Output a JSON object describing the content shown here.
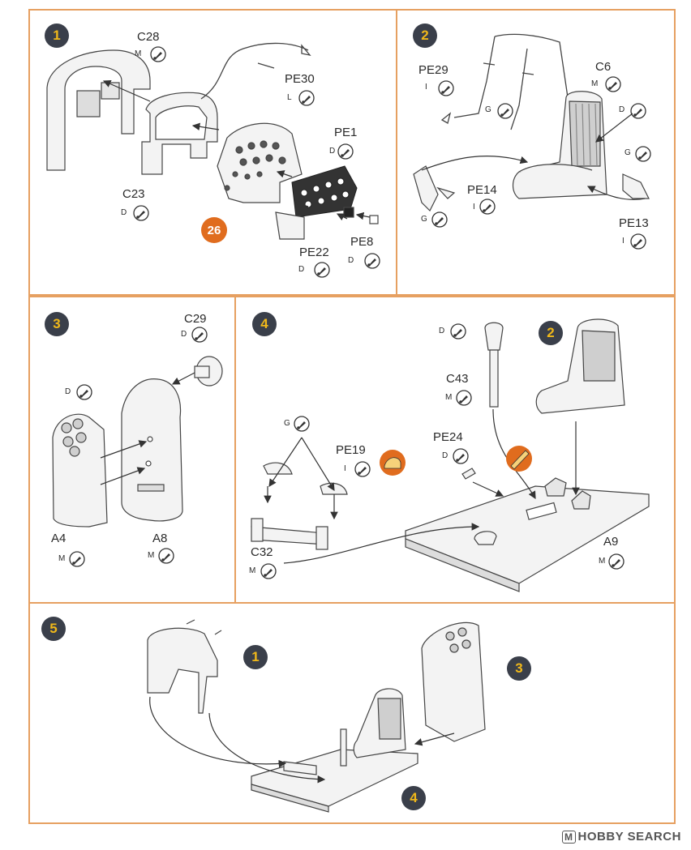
{
  "colors": {
    "frame": "#e6a061",
    "step_badge_bg": "#3a3f4a",
    "step_badge_text": "#f0b81a",
    "orange_badge": "#e06c1e",
    "part_fill": "#f3f3f3",
    "stroke": "#444444"
  },
  "steps": {
    "s1": {
      "number": "1",
      "parts": {
        "c28": {
          "name": "C28",
          "code": "M"
        },
        "pe30": {
          "name": "PE30",
          "code": "L"
        },
        "pe1": {
          "name": "PE1",
          "code": "D"
        },
        "c23": {
          "name": "C23",
          "code": "D"
        },
        "pe22": {
          "name": "PE22",
          "code": "D"
        },
        "pe8": {
          "name": "PE8",
          "code": "D"
        }
      },
      "ref_badge": "26"
    },
    "s2": {
      "number": "2",
      "parts": {
        "pe29": {
          "name": "PE29",
          "code": "I"
        },
        "c6": {
          "name": "C6",
          "code": "M"
        },
        "pe14": {
          "name": "PE14",
          "code": "I"
        },
        "pe13": {
          "name": "PE13",
          "code": "I"
        }
      },
      "codes": {
        "d": "D",
        "g_belt": "G",
        "g_right": "G",
        "g_left": "G"
      }
    },
    "s3": {
      "number": "3",
      "parts": {
        "c29": {
          "name": "C29",
          "code": "D"
        },
        "a4": {
          "name": "A4",
          "code": "M"
        },
        "a8": {
          "name": "A8",
          "code": "M"
        }
      },
      "codes": {
        "d": "D"
      }
    },
    "s4": {
      "number": "4",
      "parts": {
        "pe19": {
          "name": "PE19",
          "code": "I"
        },
        "c43": {
          "name": "C43",
          "code": "M"
        },
        "pe24": {
          "name": "PE24",
          "code": "D"
        },
        "a9": {
          "name": "A9",
          "code": "M"
        },
        "c32": {
          "name": "C32",
          "code": "M"
        }
      },
      "codes": {
        "g": "G",
        "d_top": "D"
      },
      "ref_step": "2"
    },
    "s5": {
      "number": "5",
      "refs": {
        "r1": "1",
        "r3": "3",
        "r4": "4"
      }
    }
  },
  "watermark": {
    "badge": "M",
    "text": "HOBBY SEARCH"
  }
}
